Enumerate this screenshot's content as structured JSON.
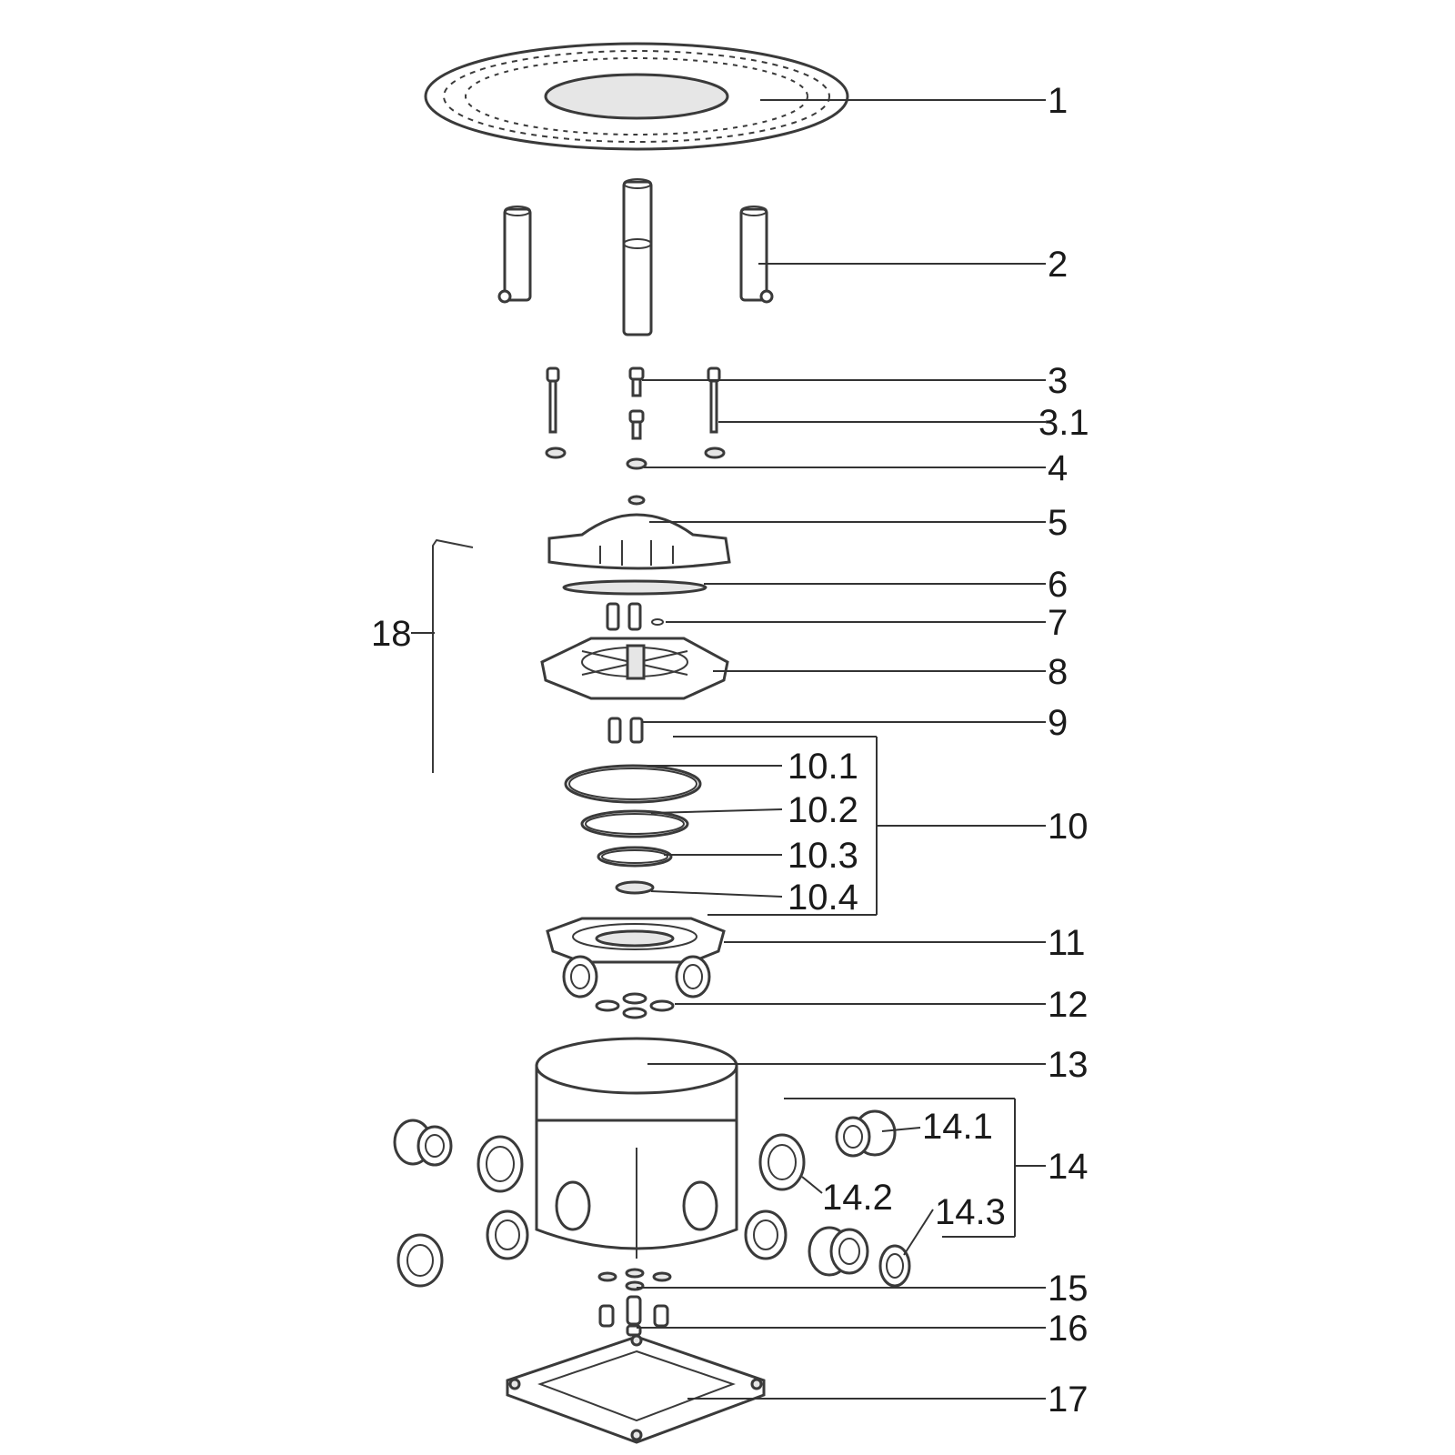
{
  "labels": {
    "l1": "1",
    "l2": "2",
    "l3": "3",
    "l3_1": "3.1",
    "l4": "4",
    "l5": "5",
    "l6": "6",
    "l7": "7",
    "l8": "8",
    "l9": "9",
    "l10_1": "10.1",
    "l10_2": "10.2",
    "l10_3": "10.3",
    "l10_4": "10.4",
    "l10": "10",
    "l11": "11",
    "l12": "12",
    "l13": "13",
    "l14_1": "14.1",
    "l14_2": "14.2",
    "l14_3": "14.3",
    "l14": "14",
    "l15": "15",
    "l16": "16",
    "l17": "17",
    "l18": "18"
  },
  "colors": {
    "line": "#333333",
    "part_fill": "#ffffff",
    "shade": "#e6e6e6"
  }
}
